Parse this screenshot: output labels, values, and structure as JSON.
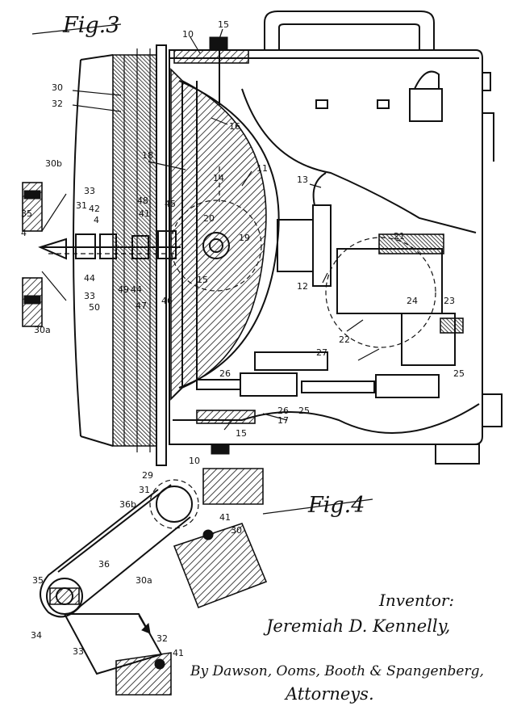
{
  "figures": {
    "fig3_title": "Fig.3",
    "fig4_title": "Fig.4"
  },
  "fig3_refs": [
    {
      "id": "r10",
      "text": "10"
    },
    {
      "id": "r15a",
      "text": "15"
    },
    {
      "id": "r30",
      "text": "30"
    },
    {
      "id": "r32",
      "text": "32"
    },
    {
      "id": "r16",
      "text": "16"
    },
    {
      "id": "r18",
      "text": "18"
    },
    {
      "id": "r11",
      "text": "11"
    },
    {
      "id": "r13",
      "text": "13"
    },
    {
      "id": "r14",
      "text": "14"
    },
    {
      "id": "r30b",
      "text": "30b"
    },
    {
      "id": "r33a",
      "text": "33"
    },
    {
      "id": "r35",
      "text": "35"
    },
    {
      "id": "r31",
      "text": "31"
    },
    {
      "id": "r42",
      "text": "42"
    },
    {
      "id": "r4a",
      "text": "4"
    },
    {
      "id": "r48",
      "text": "48"
    },
    {
      "id": "r41",
      "text": "41"
    },
    {
      "id": "r45",
      "text": "45"
    },
    {
      "id": "r20",
      "text": "20"
    },
    {
      "id": "r19",
      "text": "19"
    },
    {
      "id": "r4b",
      "text": "4"
    },
    {
      "id": "r44a",
      "text": "44"
    },
    {
      "id": "r33b",
      "text": "33"
    },
    {
      "id": "r50",
      "text": "50"
    },
    {
      "id": "r49",
      "text": "49"
    },
    {
      "id": "r44b",
      "text": "44"
    },
    {
      "id": "r47",
      "text": "47"
    },
    {
      "id": "r46",
      "text": "46"
    },
    {
      "id": "r15b",
      "text": "15"
    },
    {
      "id": "r12",
      "text": "12"
    },
    {
      "id": "r21",
      "text": "21"
    },
    {
      "id": "r30a",
      "text": "30a"
    },
    {
      "id": "r22",
      "text": "22"
    },
    {
      "id": "r24",
      "text": "24"
    },
    {
      "id": "r23",
      "text": "23"
    },
    {
      "id": "r27",
      "text": "27"
    },
    {
      "id": "r26a",
      "text": "26"
    },
    {
      "id": "r26b",
      "text": "26"
    },
    {
      "id": "r25a",
      "text": "25"
    },
    {
      "id": "r25b",
      "text": "25"
    },
    {
      "id": "r17",
      "text": "17"
    },
    {
      "id": "r15c",
      "text": "15"
    }
  ],
  "fig4_refs": [
    {
      "id": "s29",
      "text": "29"
    },
    {
      "id": "s10",
      "text": "10"
    },
    {
      "id": "s31",
      "text": "31"
    },
    {
      "id": "s36b",
      "text": "36b"
    },
    {
      "id": "s41a",
      "text": "41"
    },
    {
      "id": "s30",
      "text": "30"
    },
    {
      "id": "s36",
      "text": "36"
    },
    {
      "id": "s30a",
      "text": "30a"
    },
    {
      "id": "s35",
      "text": "35"
    },
    {
      "id": "s34",
      "text": "34"
    },
    {
      "id": "s33",
      "text": "33"
    },
    {
      "id": "s32",
      "text": "32"
    },
    {
      "id": "s41b",
      "text": "41"
    }
  ],
  "signature": {
    "inventor_label": "Inventor:",
    "inventor_name": "Jeremiah D. Kennelly,",
    "by_line": "By Dawson, Ooms, Booth & Spangenberg,",
    "attorneys": "Attorneys."
  }
}
